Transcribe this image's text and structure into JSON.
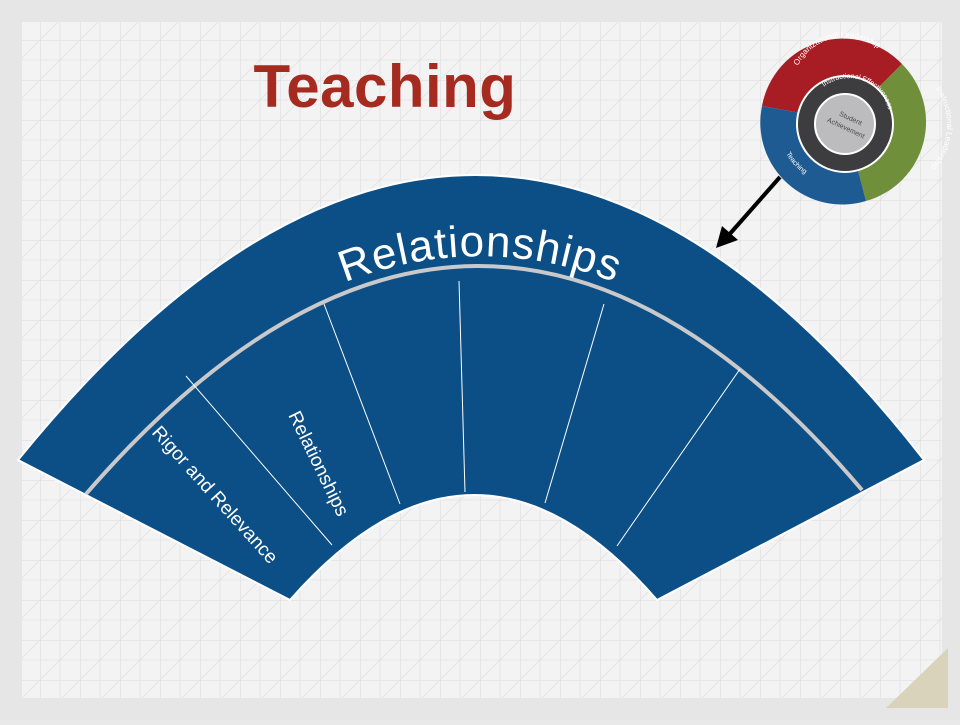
{
  "slide": {
    "title": "Teaching"
  },
  "fan": {
    "outer_band_label": "Relationships",
    "segment_labels": [
      "Rigor and Relevance",
      "Relationships",
      "",
      "",
      "",
      ""
    ],
    "colors": {
      "band": "#0b4f86",
      "band_edge": "#ffffff",
      "divider": "#dcdcdc",
      "title": "#a52a1f"
    }
  },
  "logo": {
    "segments": [
      "Organizational Leadership",
      "Instructional Leadership",
      "Teaching"
    ],
    "ring_label": "Instructional Effectiveness",
    "center_lines": [
      "Student",
      "Achievement"
    ],
    "colors": {
      "organizational": "#a71d23",
      "instructional": "#6f8f3a",
      "teaching": "#1e5b93",
      "ring": "#3d3d3f",
      "core": "#bcbcbe"
    }
  }
}
